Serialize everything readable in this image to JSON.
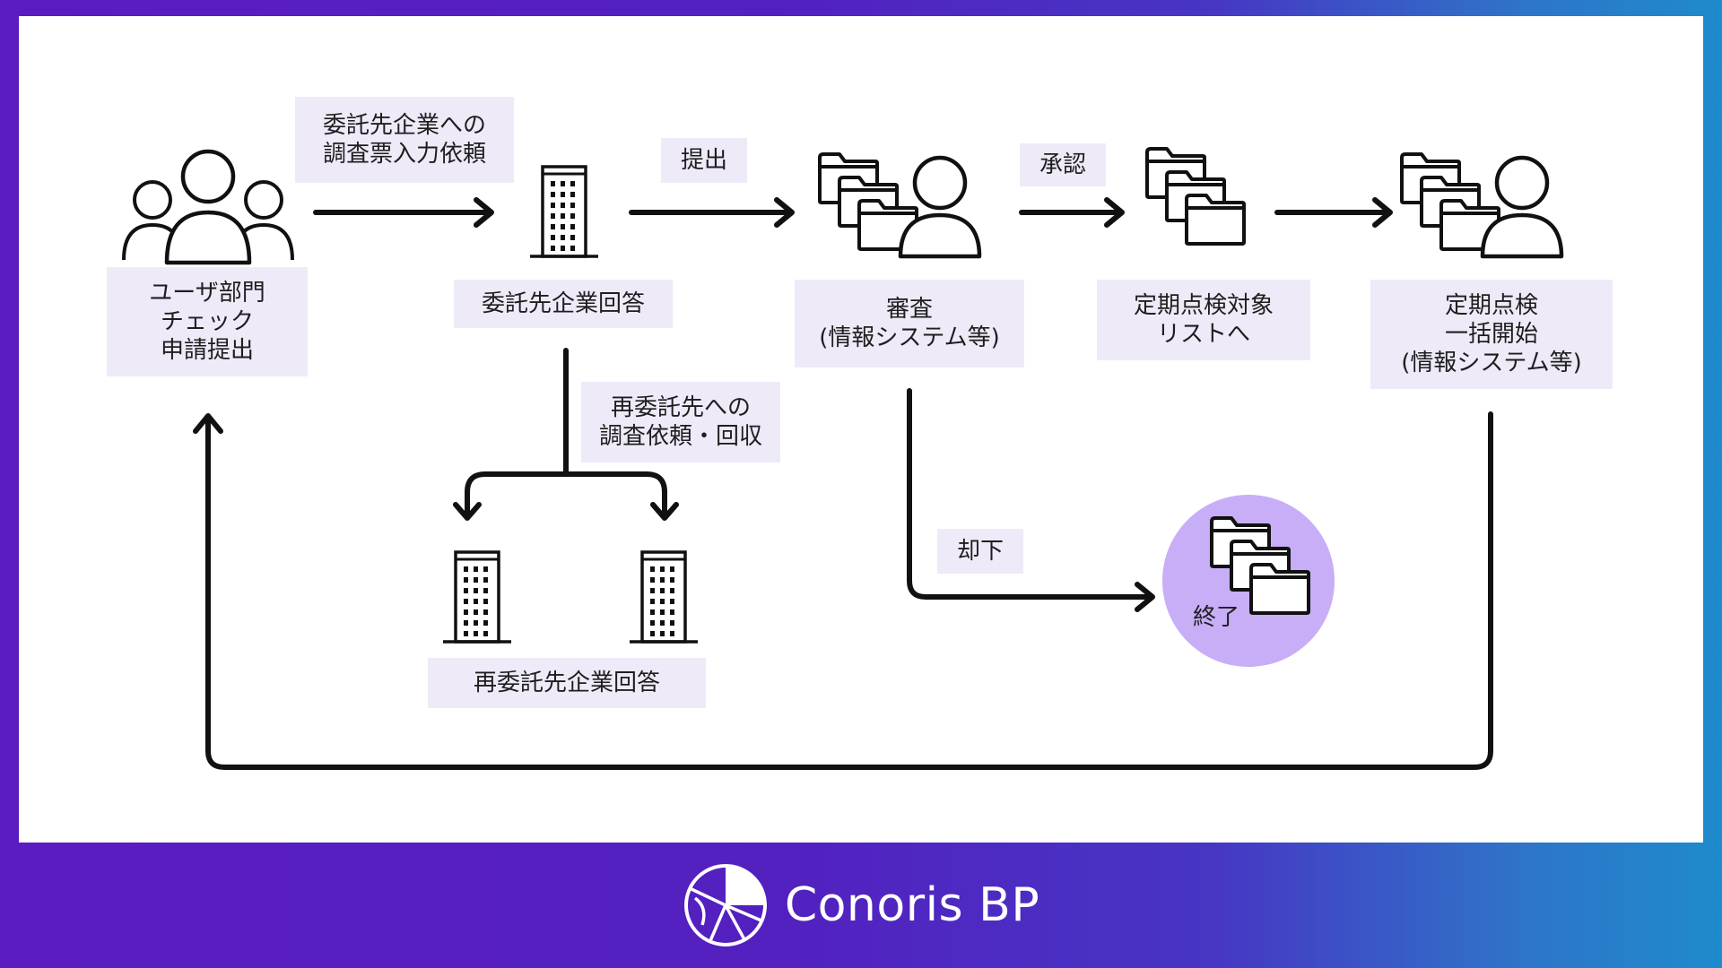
{
  "diagram": {
    "nodes": {
      "user_dept": "ユーザ部門\nチェック\n申請提出",
      "vendor_answer": "委託先企業回答",
      "review": "審査\n(情報システム等)",
      "periodic_list": "定期点検対象\nリストへ",
      "periodic_start": "定期点検\n一括開始\n(情報システム等)",
      "sub_vendor_answer": "再委託先企業回答",
      "end": "終了"
    },
    "edges": {
      "request_input": "委託先企業への\n調査票入力依頼",
      "submit": "提出",
      "approve": "承認",
      "reject": "却下",
      "sub_request": "再委託先への\n調査依頼・回収"
    },
    "icons": {
      "user_dept": "user-group-icon",
      "vendor": "building-icon",
      "review": "folders-person-icon",
      "periodic_list": "folders-icon",
      "periodic_start": "folders-person-icon",
      "sub_vendor_left": "building-icon",
      "sub_vendor_right": "building-icon",
      "end": "folders-icon"
    },
    "colors": {
      "label_bg": "#efeaf8",
      "end_circle": "#c7aef7",
      "line": "#111111"
    }
  },
  "footer": {
    "brand": "Conoris BP",
    "logo_icon": "conoris-logo-icon",
    "gradient_start": "#5a1cc0",
    "gradient_end": "#1e8bcc"
  }
}
